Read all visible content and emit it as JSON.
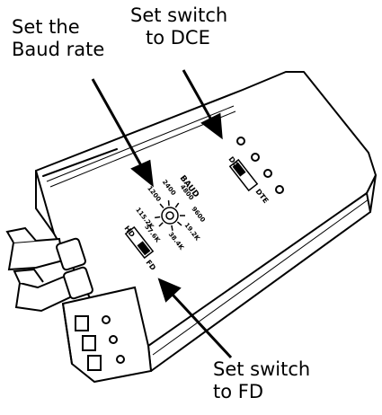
{
  "callouts": {
    "baud": {
      "line1": "Set the",
      "line2": "Baud rate"
    },
    "dce": {
      "line1": "Set switch",
      "line2": "to DCE"
    },
    "fd": {
      "line1": "Set switch",
      "line2": "to FD"
    }
  },
  "switch_dte_dce": {
    "left": "DCE",
    "right": "DTE"
  },
  "switch_hd_fd": {
    "left": "HD",
    "right": "FD"
  },
  "dial": {
    "label": "BAUD",
    "rates": [
      "1200",
      "2400",
      "4800",
      "9600",
      "19.2K",
      "38.4K",
      "57.6K",
      "115.2K"
    ]
  }
}
